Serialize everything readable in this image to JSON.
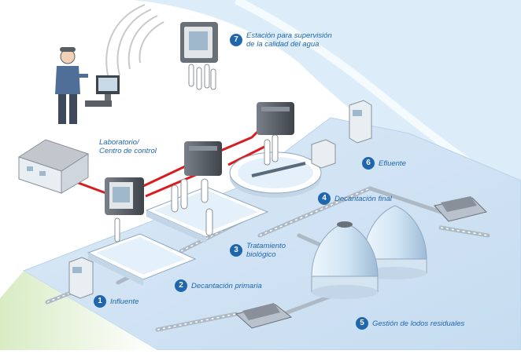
{
  "colors": {
    "ground": "#cfe2f3",
    "ground_edge": "#b7d2ea",
    "water": "#d9ecfa",
    "pipe_blue": "#aeb9c6",
    "pipe_red": "#d81d20",
    "badge": "#1f66ad",
    "text": "#1f66ad",
    "tank_fill": "#e8f3fb",
    "device_dark": "#5a5f66"
  },
  "icons": [
    "worker-icon",
    "computer-icon",
    "building-icon",
    "controller-icon",
    "sensor-icon",
    "clarifier-icon",
    "digester-icon",
    "pump-icon",
    "cabinet-icon",
    "wireless-signal-icon"
  ],
  "steps": [
    {
      "number": "1",
      "label": "Influente"
    },
    {
      "number": "2",
      "label": "Decantación primaria"
    },
    {
      "number": "3",
      "label": "Tratamiento\nbiológico"
    },
    {
      "number": "4",
      "label": "Decantación final"
    },
    {
      "number": "5",
      "label": "Gestión de lodos residuales"
    },
    {
      "number": "6",
      "label": "Efluente"
    },
    {
      "number": "7",
      "label": "Estación para supervisión\nde la calidad del agua"
    }
  ],
  "lab_label": "Laboratorio/\nCentro de control"
}
